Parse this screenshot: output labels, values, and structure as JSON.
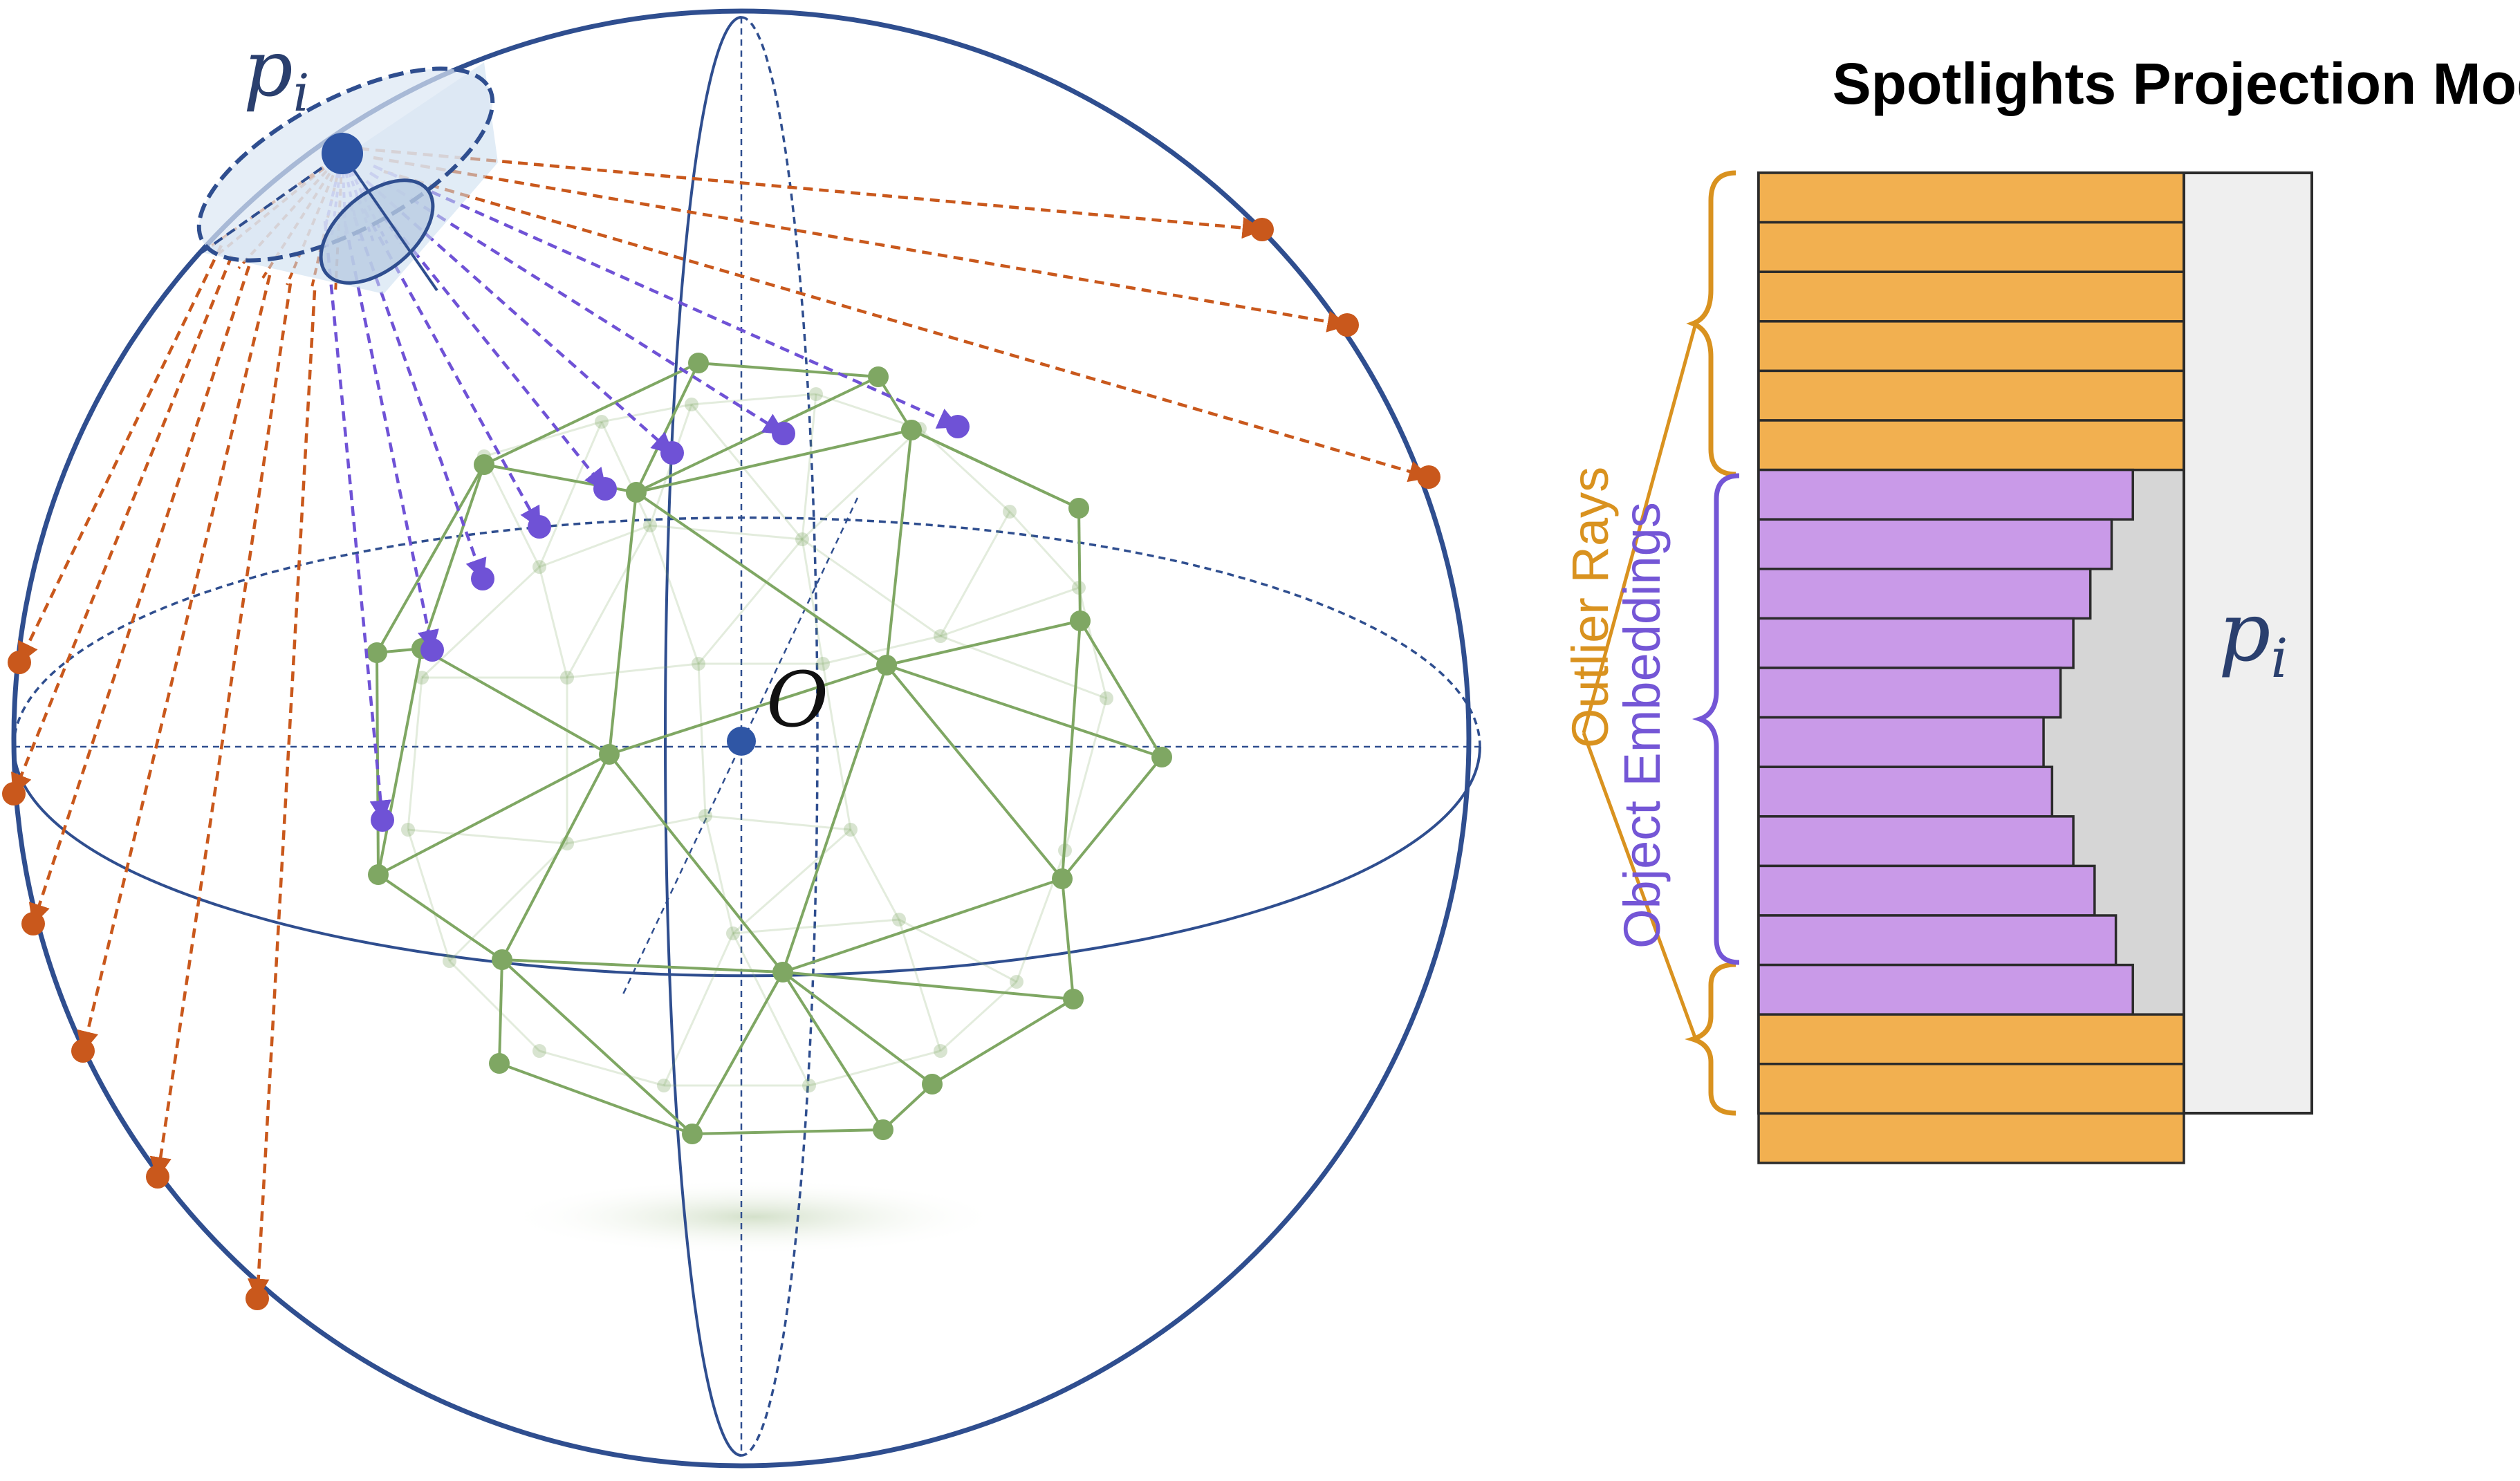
{
  "title": "Spotlights Projection Model",
  "sphere": {
    "center_label": "O",
    "point_label": "p",
    "point_subscript": "i"
  },
  "bar_panel": {
    "label": "p",
    "label_subscript": "i",
    "brace_outlier_label": "Outlier Rays",
    "brace_object_label": "Object Embeddings",
    "outlier_bars_top": [
      1.0,
      1.0,
      1.0,
      1.0,
      1.0,
      1.0
    ],
    "object_bars": [
      0.88,
      0.83,
      0.78,
      0.74,
      0.71,
      0.67,
      0.69,
      0.74,
      0.79,
      0.84,
      0.88
    ],
    "outlier_bars_bottom": [
      1.0,
      1.0,
      1.0
    ]
  },
  "colors": {
    "sphere_blue": "#2f4e8f",
    "outlier_orange": "#c9581c",
    "object_purple": "#6f52d6",
    "mesh_green": "#7fa763",
    "bar_orange": "#f2b050",
    "bar_purple": "#c99ae8",
    "brace_orange": "#d9921f",
    "brace_purple": "#7456d6",
    "panel_gray": "#efefef",
    "profile_gray": "#d6d6d6"
  }
}
